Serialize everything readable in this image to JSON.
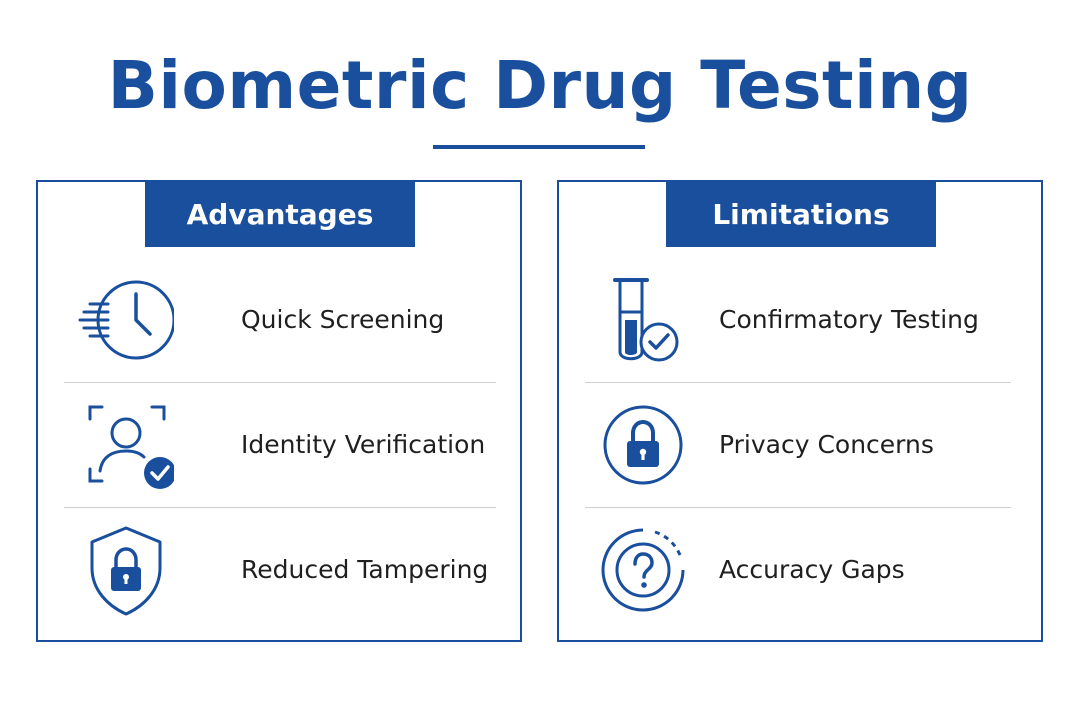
{
  "title": "Biometric Drug Testing",
  "colors": {
    "accent": "#1a4f9e",
    "text": "#1f1f1f",
    "divider": "#cfcfcf",
    "background": "#ffffff"
  },
  "advantages": {
    "header": "Advantages",
    "items": [
      {
        "label": "Quick Screening",
        "icon": "fast-clock-icon"
      },
      {
        "label": "Identity Verification",
        "icon": "face-scan-check-icon"
      },
      {
        "label": "Reduced Tampering",
        "icon": "shield-lock-icon"
      }
    ]
  },
  "limitations": {
    "header": "Limitations",
    "items": [
      {
        "label": "Confirmatory Testing",
        "icon": "test-tube-check-icon"
      },
      {
        "label": "Privacy Concerns",
        "icon": "circle-lock-icon"
      },
      {
        "label": "Accuracy Gaps",
        "icon": "question-circle-icon"
      }
    ]
  }
}
